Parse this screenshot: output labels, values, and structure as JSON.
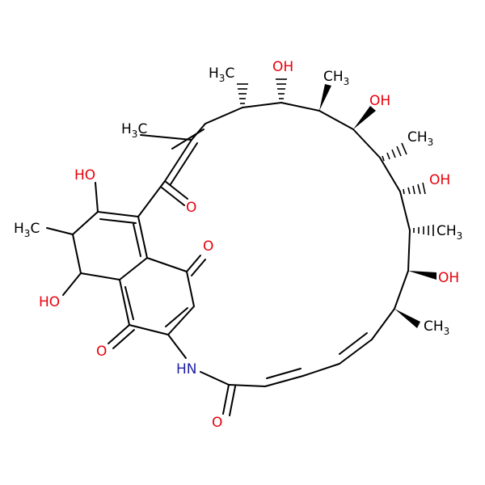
{
  "colors": {
    "carbon": "#000000",
    "oxygen": "#e8000b",
    "nitrogen": "#1f1fa8",
    "background": "#ffffff"
  },
  "labels": {
    "ch3_top": {
      "main": "H",
      "sub": "3",
      "tail": "C"
    },
    "oh_top": "OH",
    "ch3_right_top": {
      "main": "CH",
      "sub": "3"
    },
    "oh_right_top": "OH",
    "ch3_right_mid": {
      "main": "CH",
      "sub": "3"
    },
    "oh_right_mid": "OH",
    "ch3_right_low": {
      "main": "CH",
      "sub": "3"
    },
    "oh_right_low": "OH",
    "ch3_right_bottom": {
      "main": "CH",
      "sub": "3"
    },
    "ch3_left_alkene": {
      "main": "H",
      "sub": "3",
      "tail": "C"
    },
    "ketone_o": "O",
    "ho_ring_top": "HO",
    "ch3_ring_left": {
      "main": "H",
      "sub": "3",
      "tail": "C"
    },
    "quinone_o_top": "O",
    "ho_ring_bottom": "HO",
    "quinone_o_bottom": "O",
    "amide_nh": "HN",
    "amide_o": "O"
  }
}
